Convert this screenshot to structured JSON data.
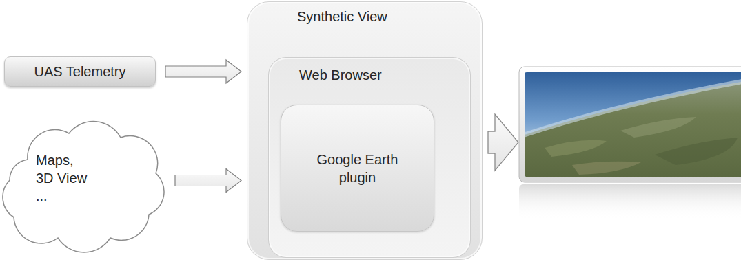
{
  "diagram": {
    "nodes": [
      {
        "text": [
          "UAS Telemetry"
        ]
      },
      {
        "text": [
          "Maps, 3D View ..."
        ]
      },
      {
        "text": [
          "Synthetic View"
        ]
      },
      {
        "text": [
          "Web Browser"
        ],
        "in": 2
      },
      {
        "text": [
          "Google Earth plugin"
        ],
        "in": 3
      }
    ],
    "edges": [
      {
        "from": 0,
        "to": 2,
        "arrow": "to"
      },
      {
        "from": 1,
        "to": 2,
        "arrow": "to"
      }
    ]
  }
}
